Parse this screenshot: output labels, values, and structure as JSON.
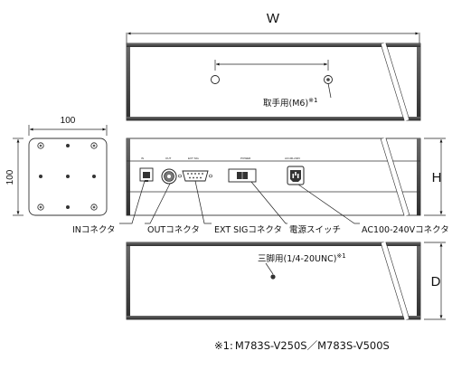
{
  "dimensions": {
    "width_label": "W",
    "height_label": "H",
    "depth_label": "D",
    "side_width": "100",
    "side_height": "100"
  },
  "callouts": {
    "handle": "取手用(M6)",
    "handle_mark": "※1",
    "in_connector": "INコネクタ",
    "out_connector": "OUTコネクタ",
    "ext_sig_connector": "EXT SIGコネクタ",
    "power_switch": "電源スイッチ",
    "ac_connector": "AC100-240Vコネクタ",
    "tripod": "三脚用(1/4-20UNC)",
    "tripod_mark": "※1"
  },
  "panel_labels": {
    "in": "IN",
    "out": "OUT",
    "ext_sig": "EXT SIG",
    "power": "POWER",
    "ac": "AC100-240V"
  },
  "footnote": {
    "mark": "※1:",
    "models": "M783S-V250S／M783S-V500S"
  }
}
